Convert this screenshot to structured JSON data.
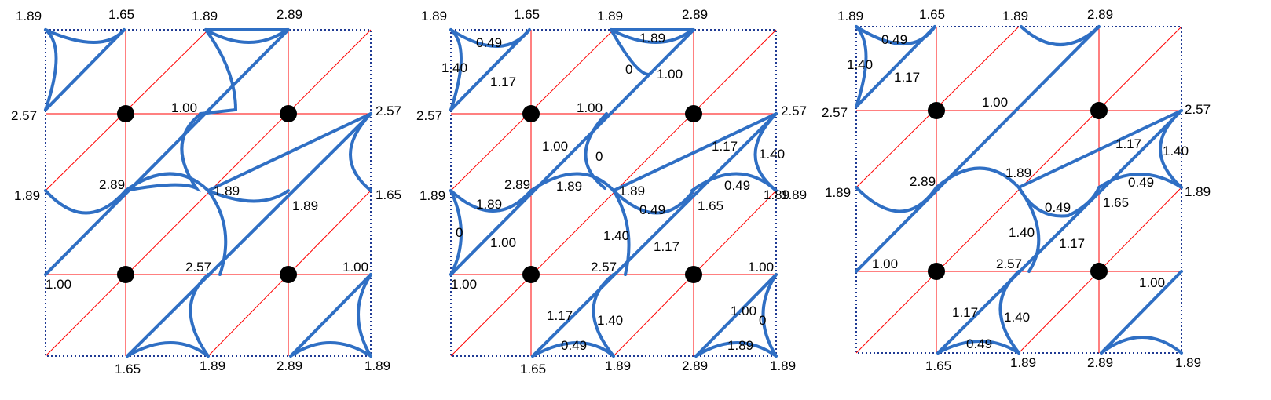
{
  "colors": {
    "grid": "#ff0000",
    "curve": "#2f6fc4",
    "frame": "#1f3a93",
    "node": "#000000"
  },
  "panels": [
    {
      "labels": [
        "1.89",
        "1.65",
        "1.89",
        "2.89",
        "2.57",
        "1.00",
        "2.57",
        "1.89",
        "2.89",
        "1.89",
        "1.65",
        "1.89",
        "1.00",
        "2.57",
        "1.00",
        "1.65",
        "1.89",
        "2.89",
        "1.89"
      ]
    },
    {
      "labels": [
        "1.89",
        "1.65",
        "1.89",
        "2.89",
        "0.49",
        "1.89",
        "1.40",
        "1.17",
        "0",
        "1.00",
        "2.57",
        "1.00",
        "2.57",
        "1.00",
        "0",
        "1.17",
        "1.40",
        "1.89",
        "2.89",
        "1.89",
        "1.89",
        "0.49",
        "1.89",
        "1.89",
        "0.49",
        "1.65",
        "1.89",
        "0",
        "1.00",
        "1.40",
        "1.17",
        "1.00",
        "2.57",
        "1.00",
        "1.17",
        "1.40",
        "1.00",
        "0",
        "0.49",
        "1.89",
        "1.65",
        "1.89",
        "2.89",
        "1.89"
      ]
    },
    {
      "labels": [
        "1.89",
        "1.65",
        "1.89",
        "2.89",
        "0.49",
        "1.40",
        "1.17",
        "2.57",
        "1.00",
        "2.57",
        "1.17",
        "1.40",
        "1.89",
        "2.89",
        "1.89",
        "0.49",
        "1.89",
        "0.49",
        "1.65",
        "1.40",
        "1.17",
        "1.00",
        "2.57",
        "1.00",
        "1.17",
        "1.40",
        "0.49",
        "1.65",
        "1.89",
        "2.89",
        "1.89"
      ]
    }
  ]
}
